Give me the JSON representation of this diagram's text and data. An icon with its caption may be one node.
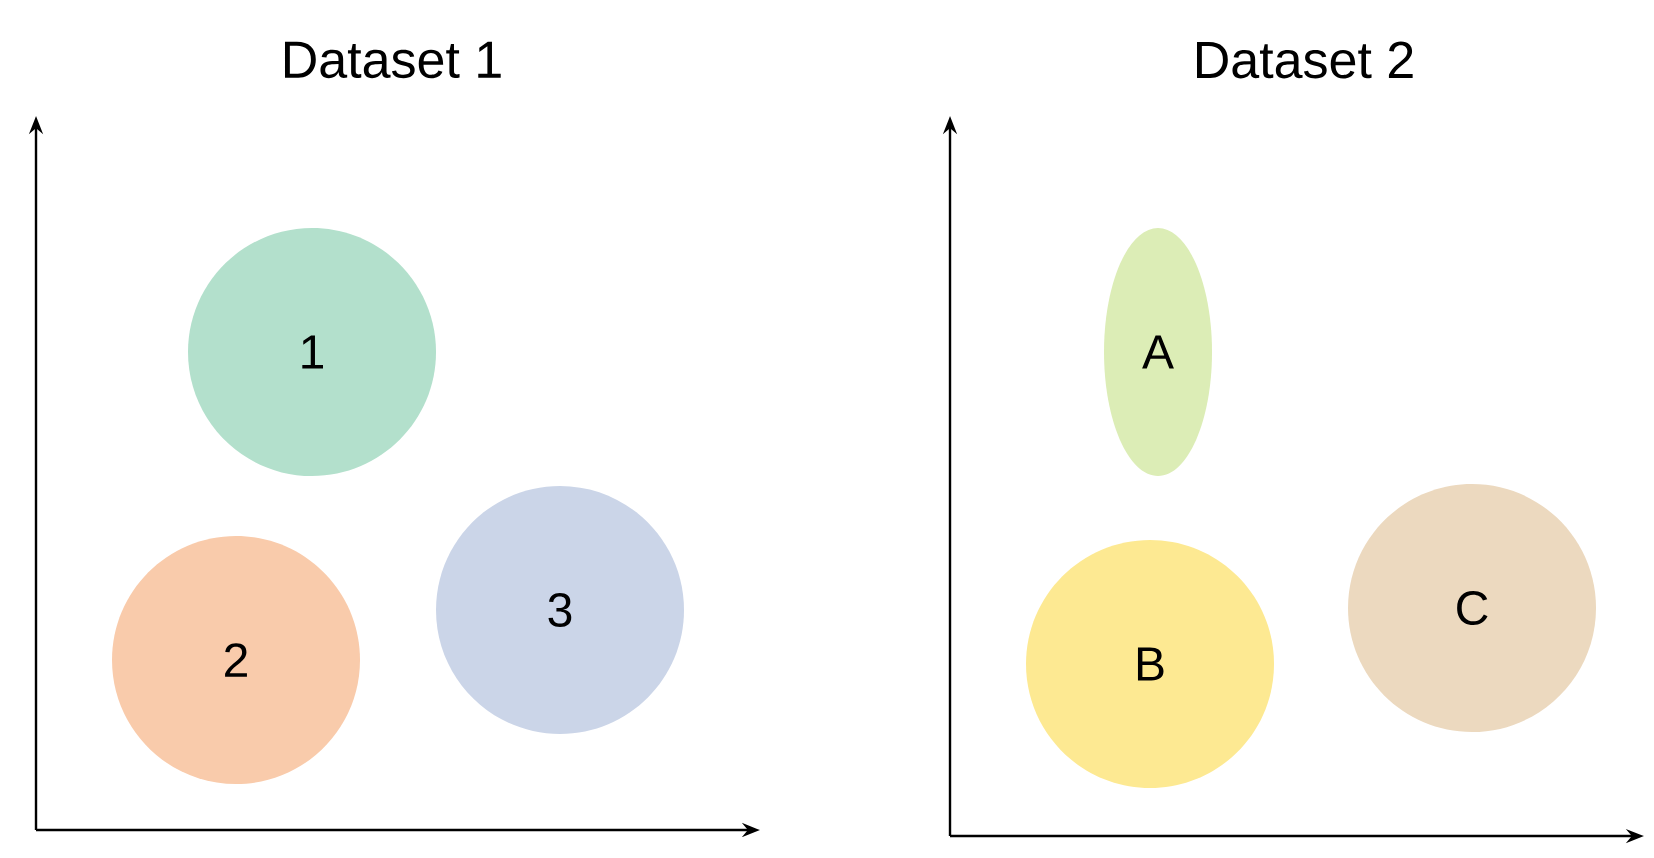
{
  "diagram": {
    "nodes": [
      {
        "text": [
          "1"
        ]
      },
      {
        "text": [
          "2"
        ]
      },
      {
        "text": [
          "3"
        ]
      },
      {
        "text": [
          "A"
        ]
      },
      {
        "text": [
          "B"
        ]
      },
      {
        "text": [
          "C"
        ]
      }
    ],
    "labels": [
      "Dataset 1",
      "Dataset 2"
    ]
  }
}
